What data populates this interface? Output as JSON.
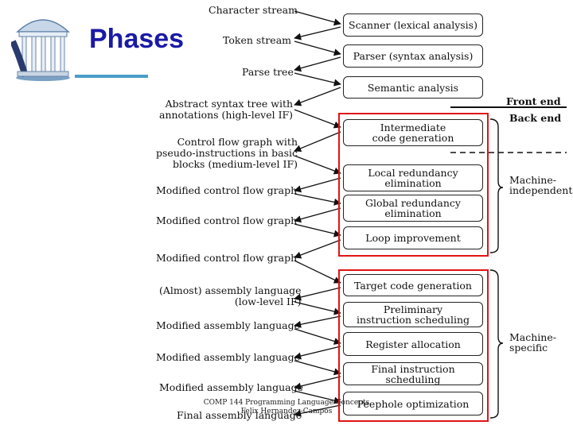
{
  "title": "Phases",
  "left_labels": [
    "Character stream",
    "Token stream",
    "Parse tree",
    "Abstract syntax tree with\nannotations (high-level IF)",
    "Control flow graph with\npseudo-instructions in basic\nblocks (medium-level IF)",
    "Modified control flow graph",
    "Modified control flow graph",
    "Modified control flow graph",
    "(Almost) assembly language\n(low-level IF)",
    "Modified assembly language",
    "Modified assembly language",
    "Modified assembly language",
    "Final assembly language"
  ],
  "phases": [
    "Scanner (lexical analysis)",
    "Parser (syntax analysis)",
    "Semantic analysis",
    "Intermediate\ncode generation",
    "Local redundancy\nelimination",
    "Global redundancy\nelimination",
    "Loop improvement",
    "Target code generation",
    "Preliminary\ninstruction scheduling",
    "Register allocation",
    "Final instruction scheduling",
    "Peephole optimization"
  ],
  "front_end_label": "Front end",
  "back_end_label": "Back end",
  "machine_independent_label": "Machine-\nindependent",
  "machine_specific_label": "Machine-\nspecific",
  "footer": {
    "line1": "COMP 144 Programming Language Concepts",
    "line2": "Felix Hernandez-Campos"
  }
}
